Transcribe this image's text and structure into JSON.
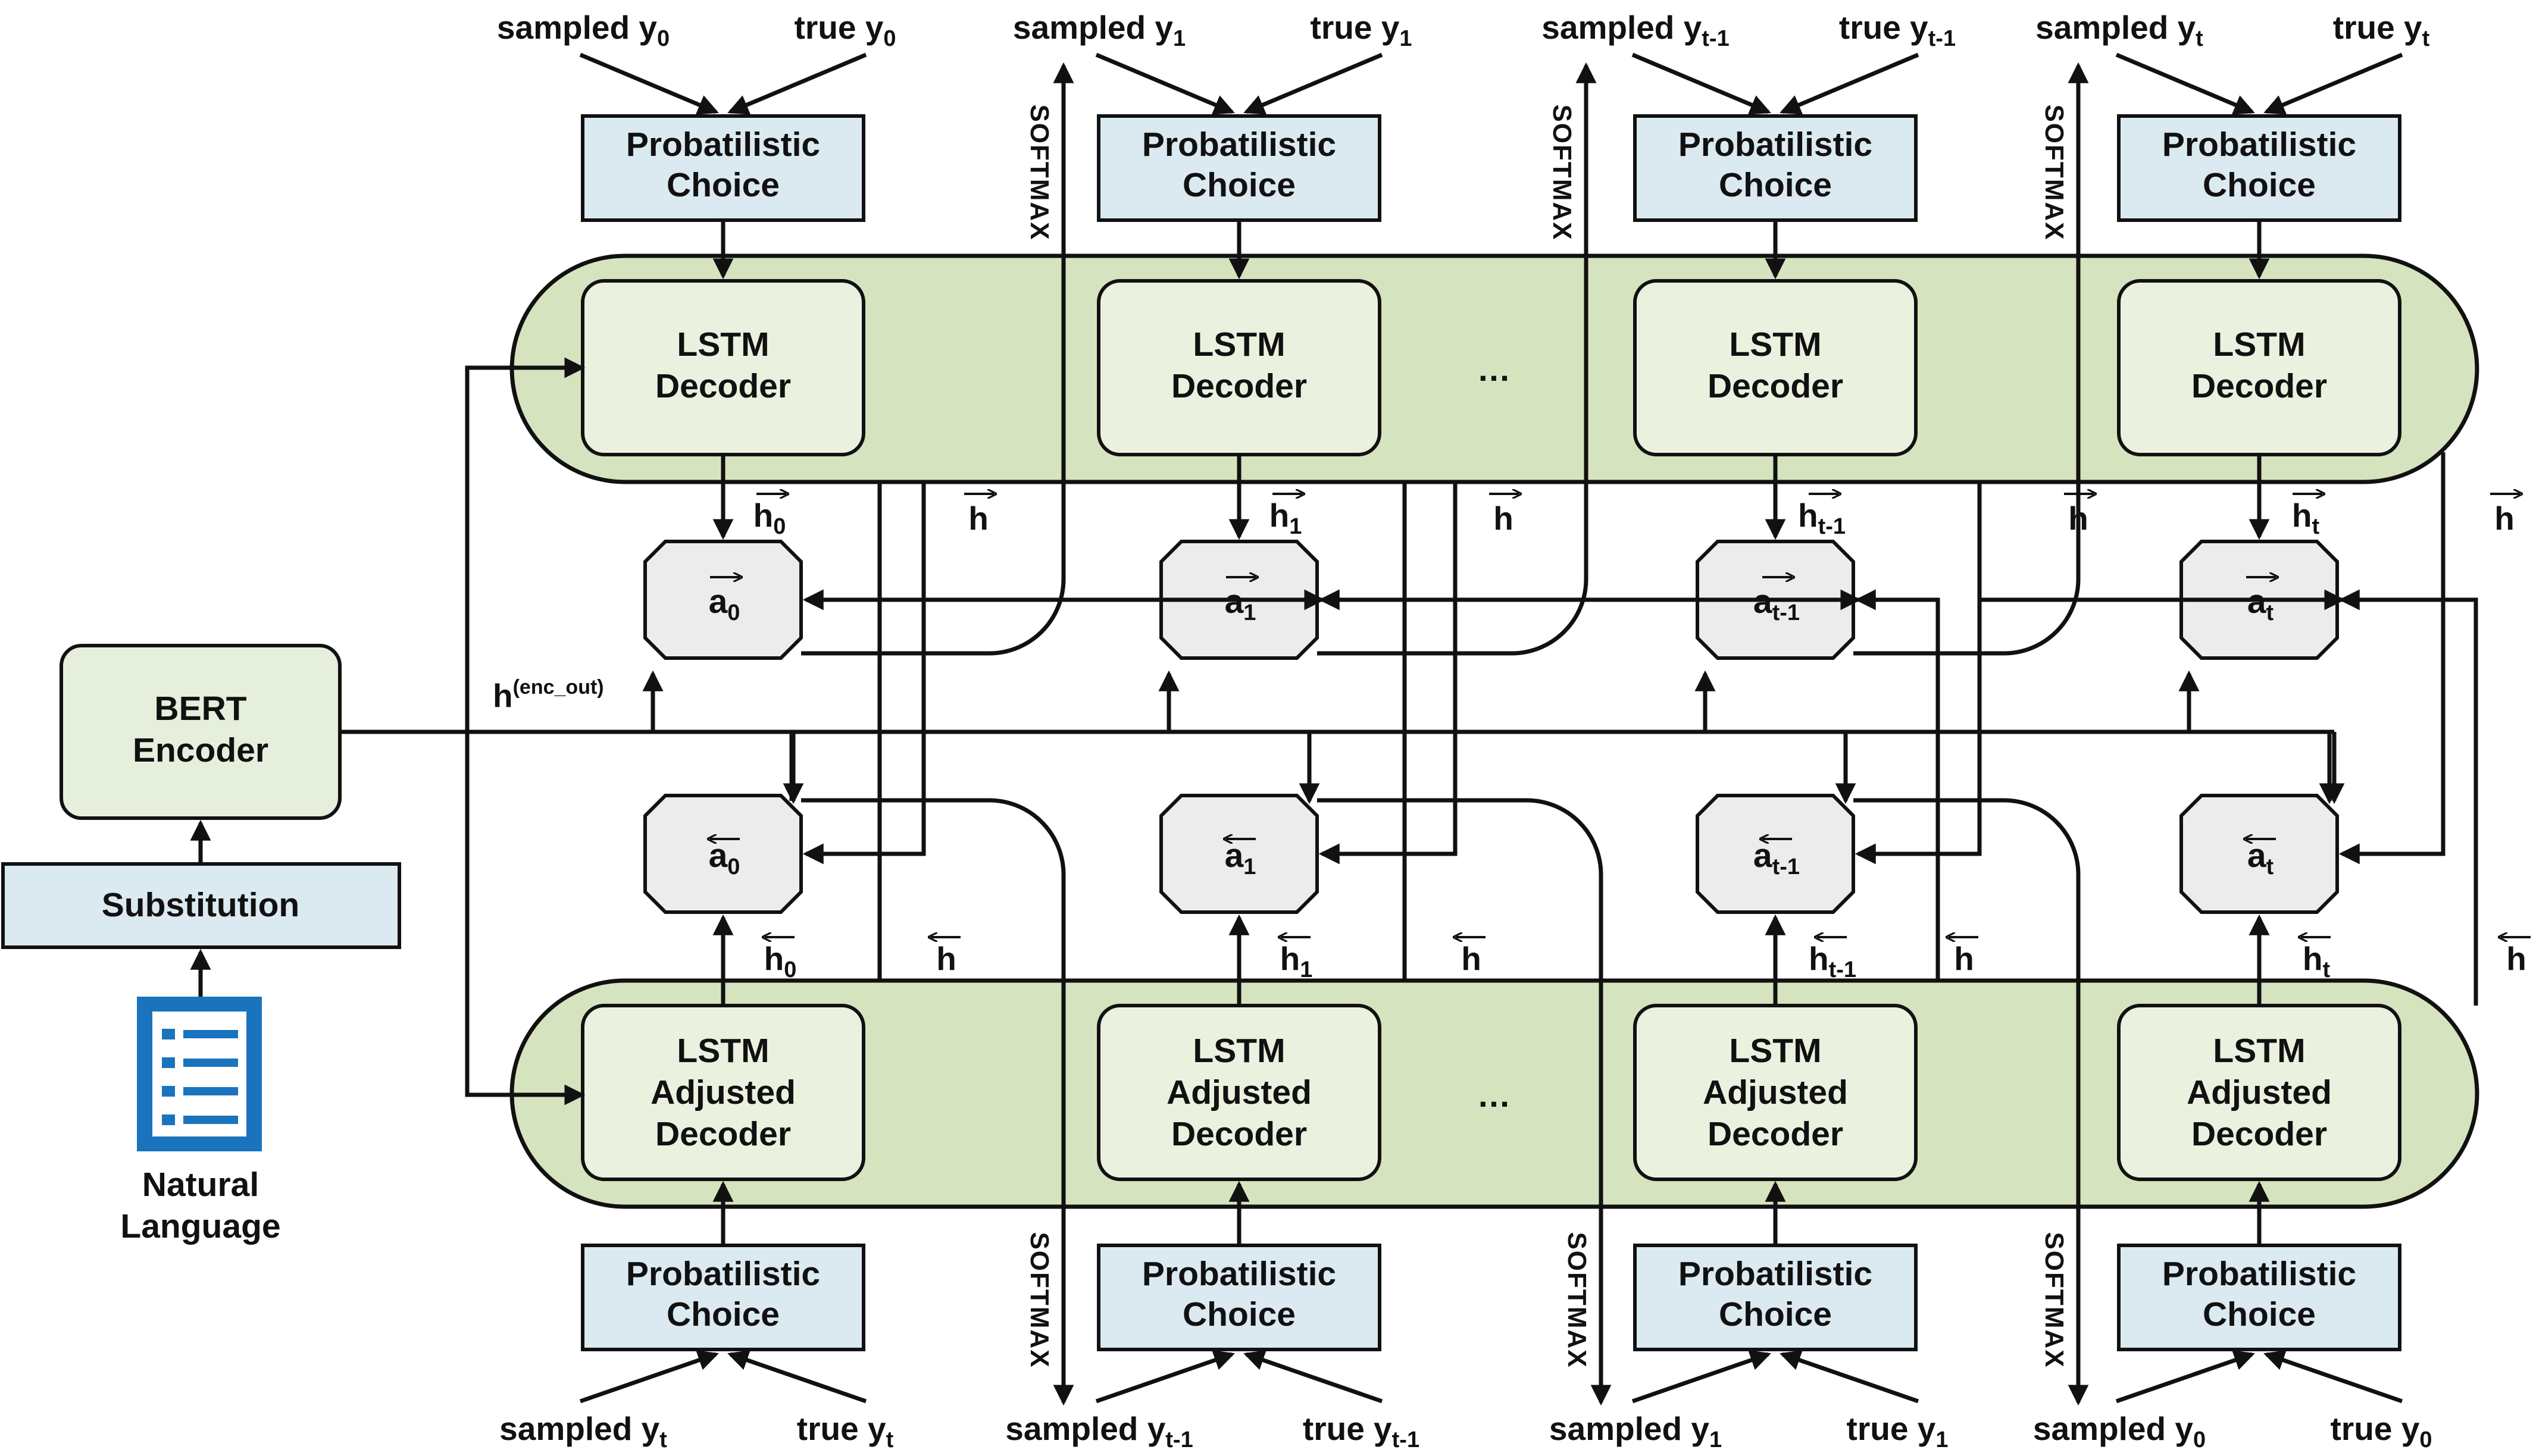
{
  "colors": {
    "probabilistic_fill": "#dbe9f1",
    "lstm_fill": "#eaf1df",
    "band_fill": "#d6e3bf",
    "attention_fill": "#ececec",
    "bert_fill": "#e6eedc",
    "stroke": "#111111",
    "doc_icon": "#1a74bd"
  },
  "bert": {
    "line1": "BERT",
    "line2": "Encoder"
  },
  "substitution": {
    "label": "Substitution"
  },
  "natural_language": {
    "line1": "Natural",
    "line2": "Language",
    "icon": "document-list-icon"
  },
  "enc_out": {
    "base": "h",
    "sup": "(enc_out)"
  },
  "softmax": "SOFTMAX",
  "ellipsis": "…",
  "prob_choice": {
    "line1": "Probatilistic",
    "line2": "Choice"
  },
  "top": {
    "decoder": {
      "line1": "LSTM",
      "line2": "Decoder"
    },
    "columns": [
      {
        "sampled": "sampled y",
        "sampled_sub": "0",
        "true": "true y",
        "true_sub": "0",
        "h_base": "h",
        "h_sub": "0",
        "a_base": "a",
        "a_sub": "0"
      },
      {
        "sampled": "sampled y",
        "sampled_sub": "1",
        "true": "true y",
        "true_sub": "1",
        "h_base": "h",
        "h_sub": "1",
        "a_base": "a",
        "a_sub": "1"
      },
      {
        "sampled": "sampled y",
        "sampled_sub": "t-1",
        "true": "true y",
        "true_sub": "t-1",
        "h_base": "h",
        "h_sub": "t-1",
        "a_base": "a",
        "a_sub": "t-1"
      },
      {
        "sampled": "sampled y",
        "sampled_sub": "t",
        "true": "true y",
        "true_sub": "t",
        "h_base": "h",
        "h_sub": "t",
        "a_base": "a",
        "a_sub": "t"
      }
    ],
    "h_label": "h"
  },
  "bottom": {
    "decoder": {
      "line1": "LSTM",
      "line2": "Adjusted",
      "line3": "Decoder"
    },
    "columns": [
      {
        "sampled": "sampled y",
        "sampled_sub": "t",
        "true": "true y",
        "true_sub": "t",
        "h_base": "h",
        "h_sub": "0",
        "a_base": "a",
        "a_sub": "0"
      },
      {
        "sampled": "sampled y",
        "sampled_sub": "t-1",
        "true": "true y",
        "true_sub": "t-1",
        "h_base": "h",
        "h_sub": "1",
        "a_base": "a",
        "a_sub": "1"
      },
      {
        "sampled": "sampled y",
        "sampled_sub": "1",
        "true": "true y",
        "true_sub": "1",
        "h_base": "h",
        "h_sub": "t-1",
        "a_base": "a",
        "a_sub": "t-1"
      },
      {
        "sampled": "sampled y",
        "sampled_sub": "0",
        "true": "true y",
        "true_sub": "0",
        "h_base": "h",
        "h_sub": "t",
        "a_base": "a",
        "a_sub": "t"
      }
    ],
    "h_label": "h"
  }
}
